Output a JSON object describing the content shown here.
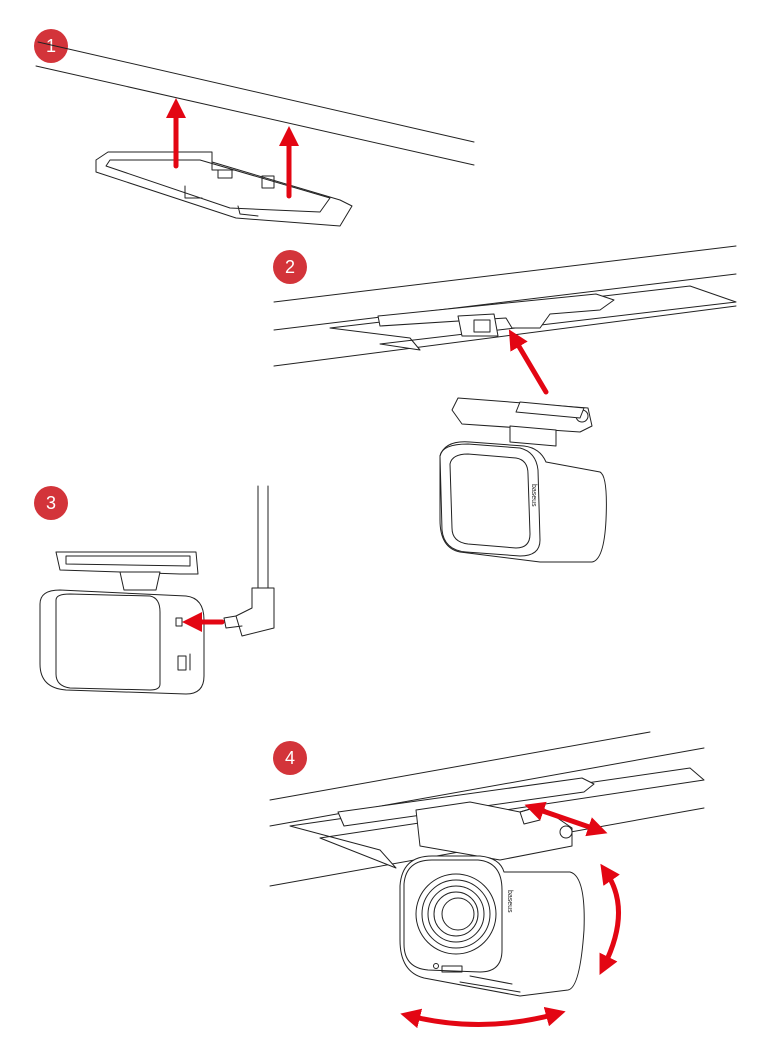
{
  "colors": {
    "badge": "#d3343a",
    "arrow": "#e30613",
    "line": "#222222",
    "fill": "#ffffff"
  },
  "steps": [
    {
      "number": "1",
      "icon": "mount-adhesive-peel-illustration"
    },
    {
      "number": "2",
      "icon": "camera-slide-onto-mount-illustration"
    },
    {
      "number": "3",
      "icon": "power-cable-plug-in-illustration"
    },
    {
      "number": "4",
      "icon": "camera-angle-adjust-illustration"
    }
  ],
  "camera_logo": "baseus"
}
